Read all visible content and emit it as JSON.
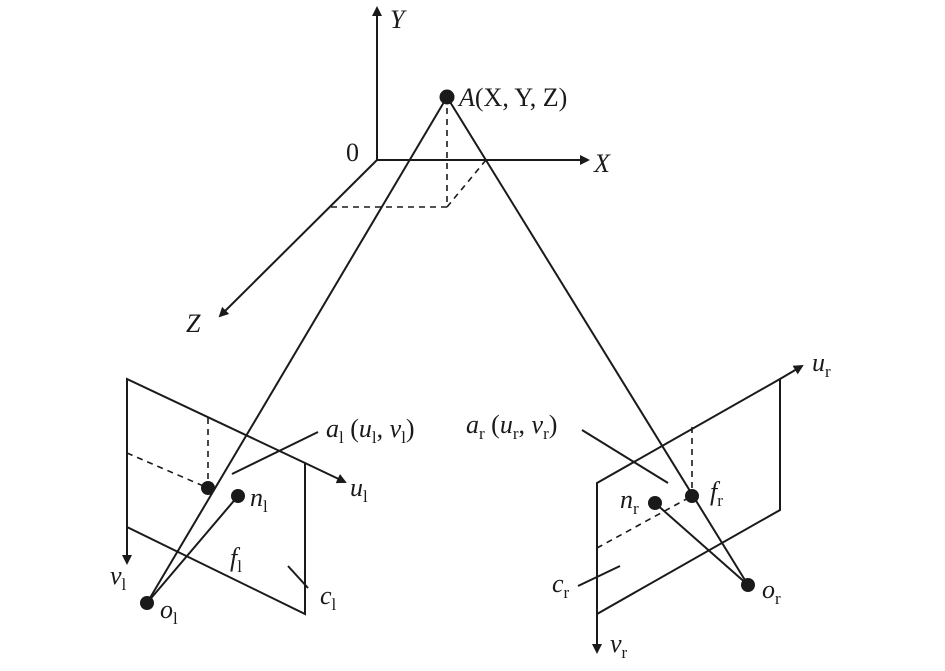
{
  "axes": {
    "y": "Y",
    "x": "X",
    "z": "Z",
    "origin": "0"
  },
  "point_a": {
    "name": "A",
    "coords": "(X, Y, Z)"
  },
  "left_camera": {
    "image_point": {
      "base": "a",
      "sub": "l",
      "open": " (",
      "u": "u",
      "u_sub": "l",
      "sep": ", ",
      "v": "v",
      "v_sub": "l",
      "close": ")"
    },
    "principal_point": {
      "base": "n",
      "sub": "l"
    },
    "focal": {
      "base": "f",
      "sub": "l"
    },
    "plane": {
      "base": "c",
      "sub": "l"
    },
    "optical_center": {
      "base": "o",
      "sub": "l"
    },
    "u_axis": {
      "base": "u",
      "sub": "l"
    },
    "v_axis": {
      "base": "v",
      "sub": "l"
    }
  },
  "right_camera": {
    "image_point": {
      "base": "a",
      "sub": "r",
      "open": " (",
      "u": "u",
      "u_sub": "r",
      "sep": ", ",
      "v": "v",
      "v_sub": "r",
      "close": ")"
    },
    "principal_point": {
      "base": "n",
      "sub": "r"
    },
    "focal": {
      "base": "f",
      "sub": "r"
    },
    "plane": {
      "base": "c",
      "sub": "r"
    },
    "optical_center": {
      "base": "o",
      "sub": "r"
    },
    "u_axis": {
      "base": "u",
      "sub": "r"
    },
    "v_axis": {
      "base": "v",
      "sub": "r"
    }
  },
  "colors": {
    "ink": "#1a1a1a",
    "background": "#ffffff"
  }
}
